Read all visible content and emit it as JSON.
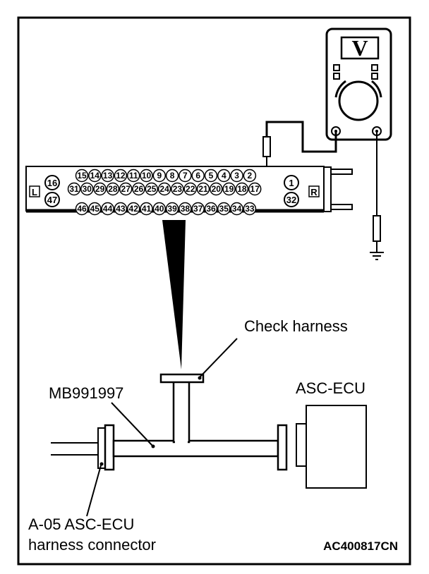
{
  "meter": {
    "symbol": "V"
  },
  "connector": {
    "left_label": "L",
    "right_label": "R",
    "pins": {
      "left_top": "16",
      "left_bottom": "47",
      "right_top": "1",
      "right_bottom": "32",
      "row1": [
        "15",
        "14",
        "13",
        "12",
        "11",
        "10",
        "9",
        "8",
        "7",
        "6",
        "5",
        "4",
        "3",
        "2"
      ],
      "row2": [
        "31",
        "30",
        "29",
        "28",
        "27",
        "26",
        "25",
        "24",
        "23",
        "22",
        "21",
        "20",
        "19",
        "18",
        "17"
      ],
      "row3": [
        "46",
        "45",
        "44",
        "43",
        "42",
        "41",
        "40",
        "39",
        "38",
        "37",
        "36",
        "35",
        "34",
        "33"
      ]
    }
  },
  "labels": {
    "check_harness": "Check harness",
    "tool": "MB991997",
    "ecu": "ASC-ECU",
    "connector_line1": "A-05 ASC-ECU",
    "connector_line2": "harness connector",
    "figure_code": "AC400817CN"
  }
}
